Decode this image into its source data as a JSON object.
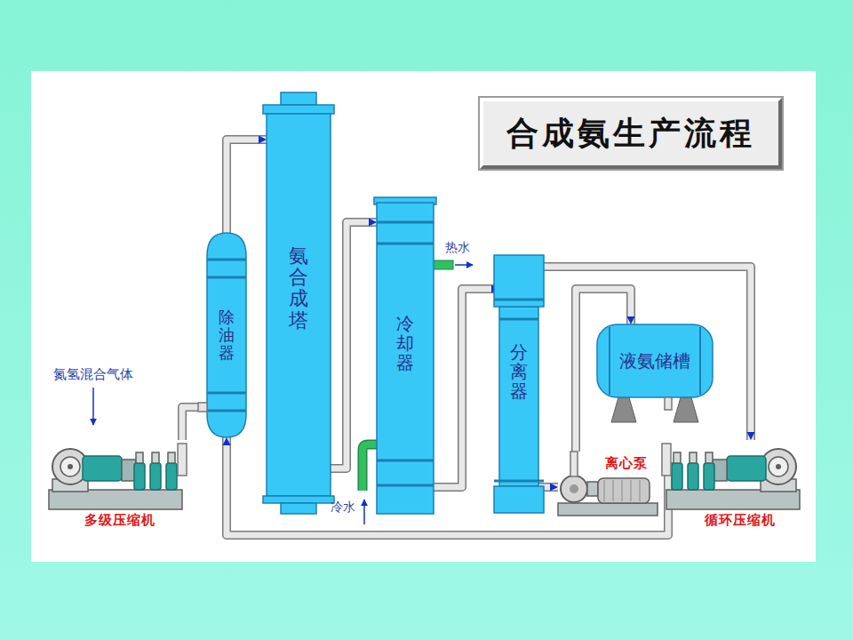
{
  "diagram": {
    "title": "合成氨生产流程",
    "nodes": [
      {
        "text": [
          "除油器"
        ]
      },
      {
        "text": [
          "氨合成塔"
        ]
      },
      {
        "text": [
          "冷却器"
        ]
      },
      {
        "text": [
          "分离器"
        ]
      },
      {
        "text": [
          "液氨储槽"
        ]
      },
      {
        "text": [
          "多级压缩机"
        ]
      },
      {
        "text": [
          "离心泵"
        ]
      },
      {
        "text": [
          "循环压缩机"
        ]
      }
    ],
    "edges": [
      {
        "from": 5,
        "to": 0,
        "arrow": "to"
      },
      {
        "from": 0,
        "to": 1,
        "arrow": "to"
      },
      {
        "from": 1,
        "to": 2,
        "arrow": "to"
      },
      {
        "from": 2,
        "to": 3,
        "arrow": "to"
      },
      {
        "from": 3,
        "to": 7,
        "arrow": "to"
      },
      {
        "from": 3,
        "to": 6,
        "arrow": "to"
      },
      {
        "from": 6,
        "to": 4,
        "arrow": "to"
      },
      {
        "from": 7,
        "to": 0,
        "arrow": "to"
      }
    ],
    "labels": [
      "氮氢混合气体",
      "热水",
      "冷水"
    ]
  }
}
